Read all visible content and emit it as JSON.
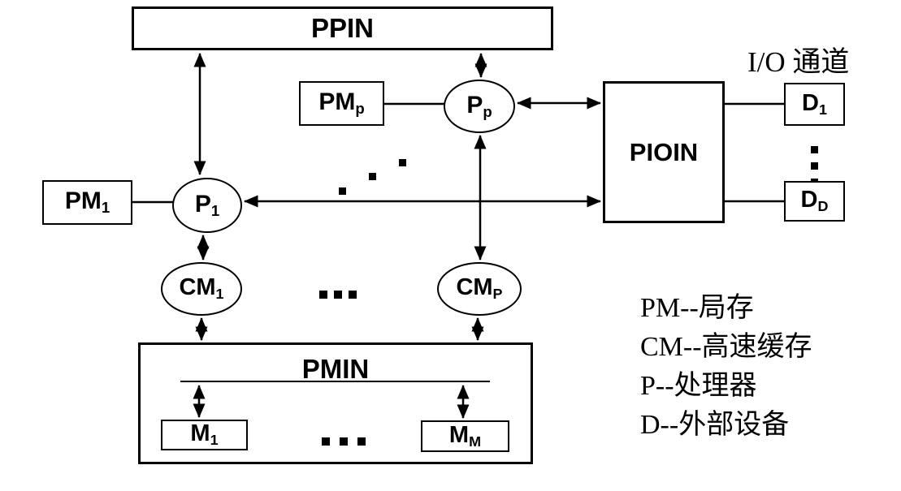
{
  "diagram": {
    "io_channel_label": "I/O 通道",
    "nodes": {
      "ppin": {
        "label": "PPIN"
      },
      "pm_p": {
        "main": "PM",
        "sub": "p"
      },
      "p_p": {
        "main": "P",
        "sub": "p"
      },
      "pioin": {
        "label": "PIOIN"
      },
      "d1": {
        "main": "D",
        "sub": "1"
      },
      "dD": {
        "main": "D",
        "sub": "D"
      },
      "pm1": {
        "main": "PM",
        "sub": "1"
      },
      "p1": {
        "main": "P",
        "sub": "1"
      },
      "cm1": {
        "main": "CM",
        "sub": "1"
      },
      "cmP": {
        "main": "CM",
        "sub": "P"
      },
      "pmin": {
        "label": "PMIN"
      },
      "m1": {
        "main": "M",
        "sub": "1"
      },
      "mM": {
        "main": "M",
        "sub": "M"
      }
    },
    "legend": [
      "PM--局存",
      "CM--高速缓存",
      "P--处理器",
      "D--外部设备"
    ],
    "colors": {
      "ink": "#000000",
      "background": "#ffffff"
    }
  }
}
